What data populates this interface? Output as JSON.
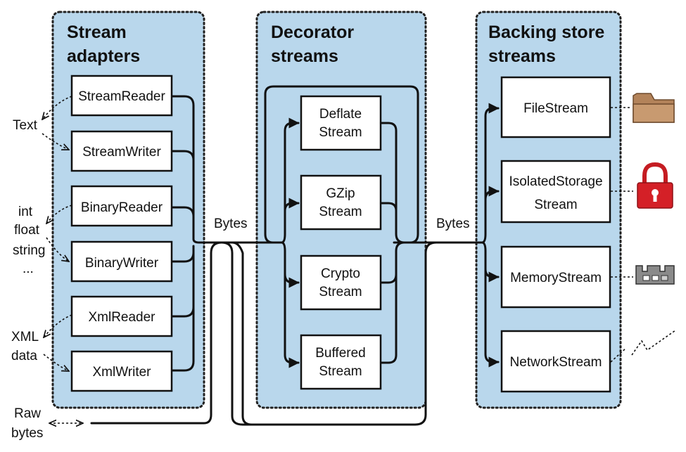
{
  "panels": {
    "adapters": {
      "title_line1": "Stream",
      "title_line2": "adapters"
    },
    "decorators": {
      "title_line1": "Decorator",
      "title_line2": "streams"
    },
    "backing": {
      "title_line1": "Backing store",
      "title_line2": "streams"
    }
  },
  "adapters": [
    "StreamReader",
    "StreamWriter",
    "BinaryReader",
    "BinaryWriter",
    "XmlReader",
    "XmlWriter"
  ],
  "decorators": [
    {
      "line1": "Deflate",
      "line2": "Stream"
    },
    {
      "line1": "GZip",
      "line2": "Stream"
    },
    {
      "line1": "Crypto",
      "line2": "Stream"
    },
    {
      "line1": "Buffered",
      "line2": "Stream"
    }
  ],
  "backing": [
    {
      "line1": "FileStream",
      "line2": ""
    },
    {
      "line1": "IsolatedStorage",
      "line2": "Stream"
    },
    {
      "line1": "MemoryStream",
      "line2": ""
    },
    {
      "line1": "NetworkStream",
      "line2": ""
    }
  ],
  "labels": {
    "text": "Text",
    "primitives": [
      "int",
      "float",
      "string",
      "..."
    ],
    "xml": [
      "XML",
      "data"
    ],
    "raw": [
      "Raw",
      "bytes"
    ],
    "bytes_left": "Bytes",
    "bytes_right": "Bytes"
  },
  "icons": {
    "file": "folder-icon",
    "isolated": "padlock-icon",
    "memory": "memory-chip-icon",
    "network": "lightning-icon"
  },
  "colors": {
    "panel_fill": "#b9d7ec",
    "folder": "#b3835a",
    "lock": "#d42027",
    "chip": "#7f7f7f"
  }
}
